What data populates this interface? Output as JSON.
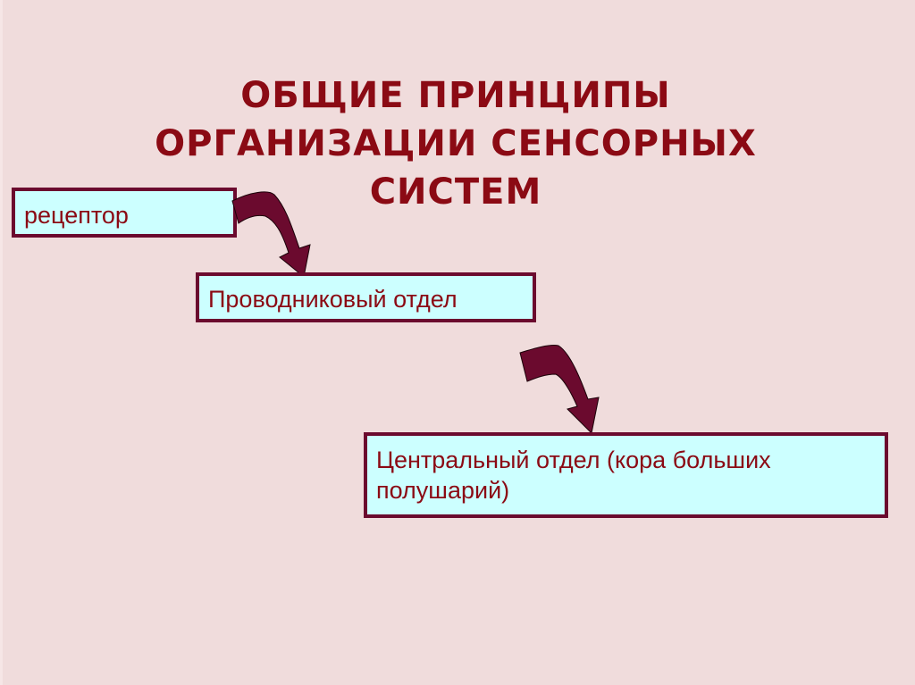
{
  "slide": {
    "title_lines": [
      "ОБЩИЕ ПРИНЦИПЫ",
      "ОРГАНИЗАЦИИ СЕНСОРНЫХ",
      "СИСТЕМ"
    ],
    "colors": {
      "background": "#f0dcdc",
      "title_text": "#8b0a14",
      "box_fill": "#ccffff",
      "box_border": "#6b0a2e",
      "arrow_fill": "#6b0a2e"
    }
  },
  "diagram": {
    "nodes": [
      {
        "id": "receptor",
        "label": "рецептор"
      },
      {
        "id": "conductive",
        "label": "Проводниковый отдел"
      },
      {
        "id": "central",
        "label": "Центральный отдел (кора больших полушарий)"
      }
    ],
    "edges": [
      {
        "from": "receptor",
        "to": "conductive",
        "icon": "curved-arrow-down-right"
      },
      {
        "from": "conductive",
        "to": "central",
        "icon": "curved-arrow-down-right"
      }
    ]
  }
}
